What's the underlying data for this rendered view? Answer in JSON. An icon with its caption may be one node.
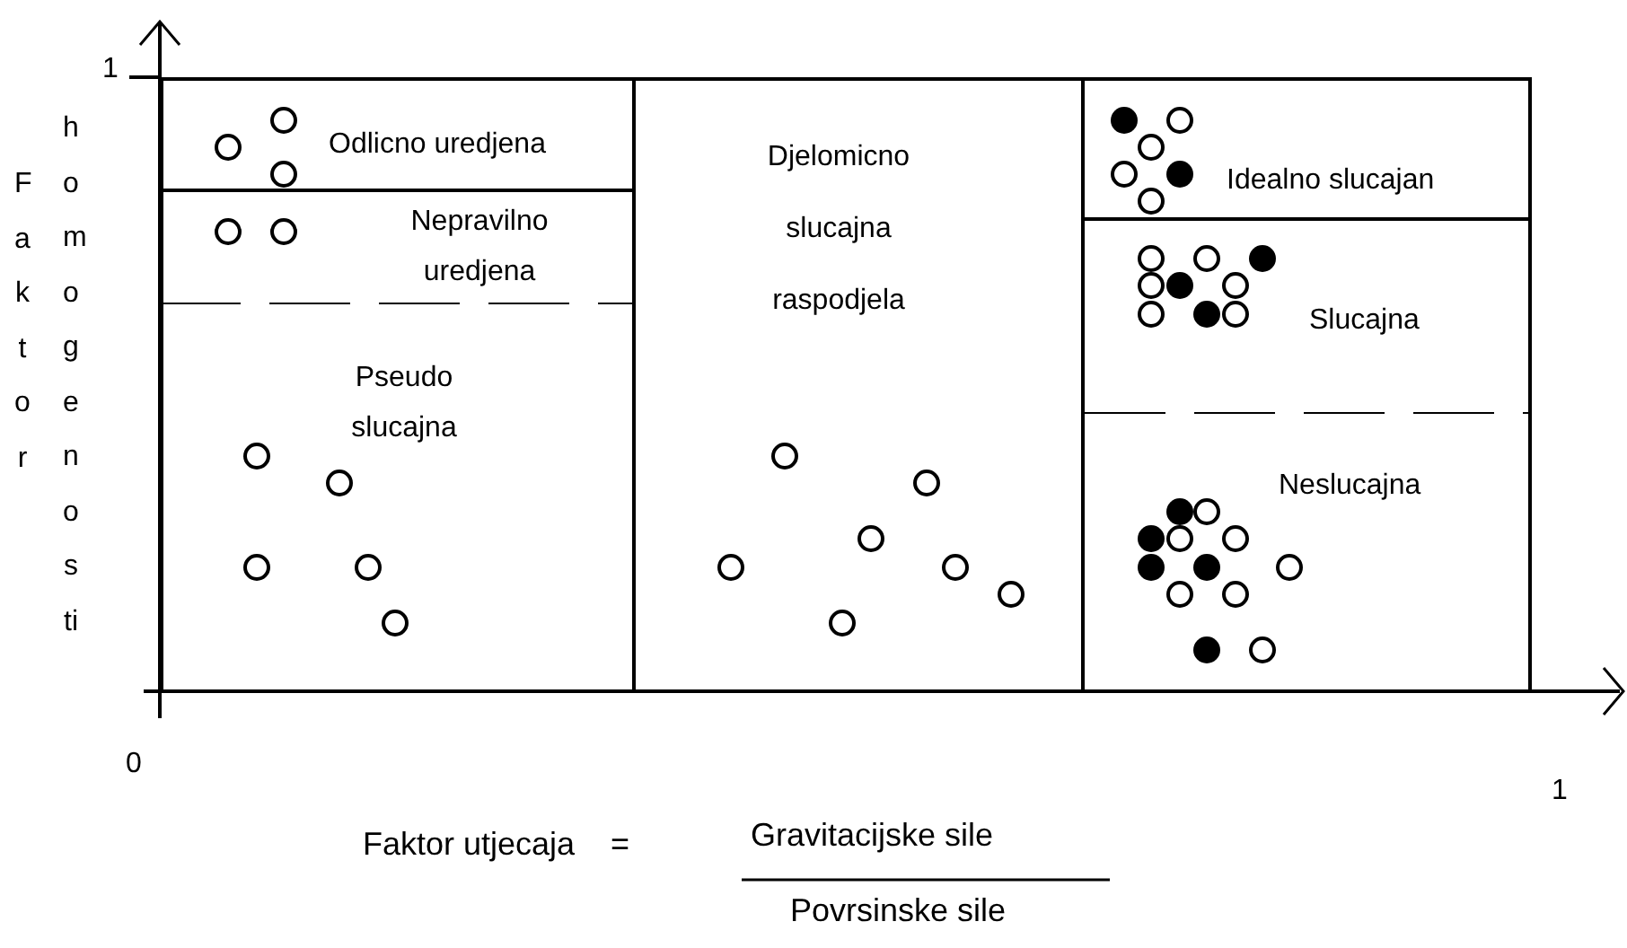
{
  "diagram": {
    "nodes": [
      {
        "text": [],
        "shape": "box"
      },
      {
        "text": [
          "Odlicno uredjena"
        ],
        "in": 0
      },
      {
        "text": [
          "Nepravilno uredjena"
        ],
        "in": 0
      },
      {
        "text": [
          "Pseudo slucajna"
        ],
        "in": 0
      },
      {
        "text": [
          "Djelomicno slucajna raspodjela"
        ]
      },
      {
        "text": [],
        "shape": "box"
      },
      {
        "text": [
          "Idealno slucajan"
        ],
        "in": 5
      },
      {
        "text": [
          "Slucajna"
        ],
        "in": 5
      },
      {
        "text": [
          "Neslucajna"
        ],
        "in": 5
      }
    ],
    "edges": [],
    "labels": [
      "1",
      "Faktor",
      "homogenosti",
      "0",
      "1",
      "Faktor utjecaja",
      "=",
      "Gravitacijske sile",
      "Povrsinske sile"
    ]
  }
}
